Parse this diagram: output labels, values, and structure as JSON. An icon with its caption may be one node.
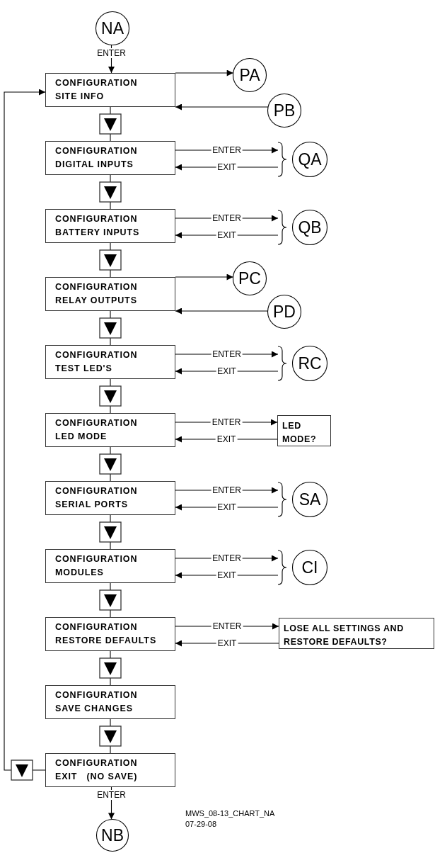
{
  "diagram": {
    "nodes": [
      {
        "text": [
          "NA"
        ]
      },
      {
        "text": [
          "CONFIGURATION",
          "SITE INFO"
        ]
      },
      {
        "text": [
          "PA"
        ]
      },
      {
        "text": [
          "PB"
        ]
      },
      {
        "text": [
          "CONFIGURATION",
          "DIGITAL INPUTS"
        ]
      },
      {
        "text": [
          "QA"
        ]
      },
      {
        "text": [
          "CONFIGURATION",
          "BATTERY INPUTS"
        ]
      },
      {
        "text": [
          "QB"
        ]
      },
      {
        "text": [
          "CONFIGURATION",
          "RELAY OUTPUTS"
        ]
      },
      {
        "text": [
          "PC"
        ]
      },
      {
        "text": [
          "PD"
        ]
      },
      {
        "text": [
          "CONFIGURATION",
          "TEST LED'S"
        ]
      },
      {
        "text": [
          "RC"
        ]
      },
      {
        "text": [
          "CONFIGURATION",
          "LED MODE"
        ]
      },
      {
        "text": [
          "LED MODE?"
        ]
      },
      {
        "text": [
          "CONFIGURATION",
          "SERIAL PORTS"
        ]
      },
      {
        "text": [
          "SA"
        ]
      },
      {
        "text": [
          "CONFIGURATION",
          "MODULES"
        ]
      },
      {
        "text": [
          "CI"
        ]
      },
      {
        "text": [
          "CONFIGURATION",
          "RESTORE DEFAULTS"
        ]
      },
      {
        "text": [
          "LOSE ALL SETTINGS AND RESTORE DEFAULTS?"
        ]
      },
      {
        "text": [
          "CONFIGURATION",
          "SAVE CHANGES"
        ]
      },
      {
        "text": [
          "CONFIGURATION",
          "EXIT   (NO SAVE)"
        ]
      },
      {
        "text": [
          "NB"
        ]
      }
    ],
    "edges": [
      {
        "from": 0,
        "to": 1,
        "arrow": "to",
        "label": "ENTER"
      },
      {
        "from": 1,
        "to": 2,
        "arrow": "to"
      },
      {
        "from": 3,
        "to": 1,
        "arrow": "to"
      },
      {
        "from": 1,
        "to": 4,
        "arrow": "to"
      },
      {
        "from": 4,
        "to": 5,
        "arrow": "to",
        "label": "ENTER"
      },
      {
        "from": 5,
        "to": 4,
        "arrow": "to",
        "label": "EXIT"
      },
      {
        "from": 4,
        "to": 6,
        "arrow": "to"
      },
      {
        "from": 6,
        "to": 7,
        "arrow": "to",
        "label": "ENTER"
      },
      {
        "from": 7,
        "to": 6,
        "arrow": "to",
        "label": "EXIT"
      },
      {
        "from": 6,
        "to": 8,
        "arrow": "to"
      },
      {
        "from": 8,
        "to": 9,
        "arrow": "to"
      },
      {
        "from": 10,
        "to": 8,
        "arrow": "to"
      },
      {
        "from": 8,
        "to": 11,
        "arrow": "to"
      },
      {
        "from": 11,
        "to": 12,
        "arrow": "to",
        "label": "ENTER"
      },
      {
        "from": 12,
        "to": 11,
        "arrow": "to",
        "label": "EXIT"
      },
      {
        "from": 11,
        "to": 13,
        "arrow": "to"
      },
      {
        "from": 13,
        "to": 14,
        "arrow": "to",
        "label": "ENTER"
      },
      {
        "from": 14,
        "to": 13,
        "arrow": "to",
        "label": "EXIT"
      },
      {
        "from": 13,
        "to": 15,
        "arrow": "to"
      },
      {
        "from": 15,
        "to": 16,
        "arrow": "to",
        "label": "ENTER"
      },
      {
        "from": 16,
        "to": 15,
        "arrow": "to",
        "label": "EXIT"
      },
      {
        "from": 15,
        "to": 17,
        "arrow": "to"
      },
      {
        "from": 17,
        "to": 18,
        "arrow": "to",
        "label": "ENTER"
      },
      {
        "from": 18,
        "to": 17,
        "arrow": "to",
        "label": "EXIT"
      },
      {
        "from": 17,
        "to": 19,
        "arrow": "to"
      },
      {
        "from": 19,
        "to": 20,
        "arrow": "to",
        "label": "ENTER"
      },
      {
        "from": 20,
        "to": 19,
        "arrow": "to",
        "label": "EXIT"
      },
      {
        "from": 19,
        "to": 21,
        "arrow": "to"
      },
      {
        "from": 21,
        "to": 22,
        "arrow": "to"
      },
      {
        "from": 22,
        "to": 1,
        "arrow": "to"
      },
      {
        "from": 22,
        "to": 23,
        "arrow": "to",
        "label": "ENTER"
      }
    ],
    "labels": [
      "MWS_08-13_CHART_NA",
      "07-29-08"
    ]
  }
}
